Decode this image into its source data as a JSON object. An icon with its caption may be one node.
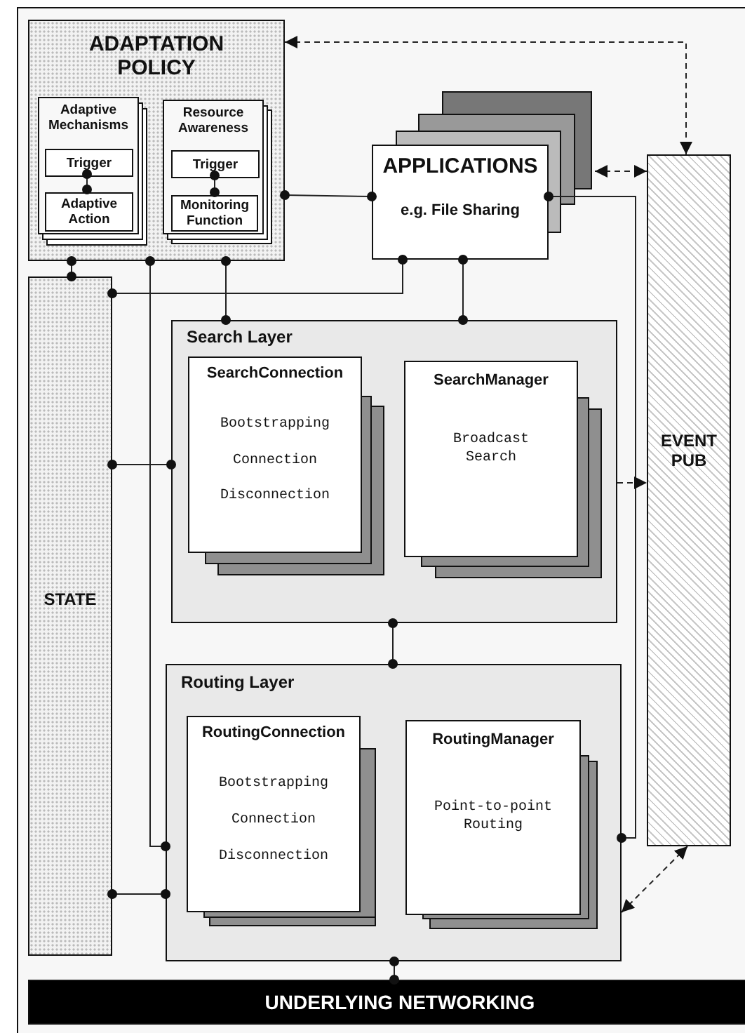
{
  "diagram": {
    "nodes": [
      {
        "text": [
          "ADAPTATION POLICY"
        ]
      },
      {
        "text": [
          "Adaptive Mechanisms"
        ],
        "in": 0
      },
      {
        "text": [
          "Trigger"
        ],
        "in": 1
      },
      {
        "text": [
          "Adaptive Action"
        ],
        "in": 1
      },
      {
        "text": [
          "Resource Awareness"
        ],
        "in": 0
      },
      {
        "text": [
          "Trigger"
        ],
        "in": 4
      },
      {
        "text": [
          "Monitoring Function"
        ],
        "in": 4
      },
      {
        "text": [
          "APPLICATIONS",
          "e.g. File Sharing"
        ]
      },
      {
        "text": [
          "STATE"
        ]
      },
      {
        "text": [
          "EVENT PUB"
        ]
      },
      {
        "text": [
          "Search Layer"
        ]
      },
      {
        "text": [
          "SearchConnection",
          "Bootstrapping",
          "Connection",
          "Disconnection"
        ],
        "in": 10
      },
      {
        "text": [
          "SearchManager",
          "Broadcast Search"
        ],
        "in": 10
      },
      {
        "text": [
          "Routing Layer"
        ]
      },
      {
        "text": [
          "RoutingConnection",
          "Bootstrapping",
          "Connection",
          "Disconnection"
        ],
        "in": 13
      },
      {
        "text": [
          "RoutingManager",
          "Point-to-point Routing"
        ],
        "in": 13
      },
      {
        "text": [
          "UNDERLYING NETWORKING"
        ]
      }
    ],
    "edges": [
      {
        "from": 2,
        "to": 3,
        "arrow": "other"
      },
      {
        "from": 5,
        "to": 6,
        "arrow": "other"
      },
      {
        "from": 0,
        "to": 7,
        "arrow": "other"
      },
      {
        "from": 0,
        "to": 8,
        "arrow": "other"
      },
      {
        "from": 0,
        "to": 10,
        "arrow": "other"
      },
      {
        "from": 0,
        "to": 13,
        "arrow": "other"
      },
      {
        "from": 7,
        "to": 8,
        "arrow": "other"
      },
      {
        "from": 7,
        "to": 10,
        "arrow": "other"
      },
      {
        "from": 7,
        "to": 13,
        "arrow": "other"
      },
      {
        "from": 8,
        "to": 10,
        "arrow": "other"
      },
      {
        "from": 8,
        "to": 13,
        "arrow": "other"
      },
      {
        "from": 10,
        "to": 13,
        "arrow": "other"
      },
      {
        "from": 13,
        "to": 16,
        "arrow": "other"
      },
      {
        "from": 0,
        "to": 9,
        "arrow": "both",
        "style": "dashed"
      },
      {
        "from": 7,
        "to": 9,
        "arrow": "both",
        "style": "dashed"
      },
      {
        "from": 10,
        "to": 9,
        "arrow": "to",
        "style": "dashed"
      },
      {
        "from": 13,
        "to": 9,
        "arrow": "both",
        "style": "dashed"
      }
    ]
  }
}
